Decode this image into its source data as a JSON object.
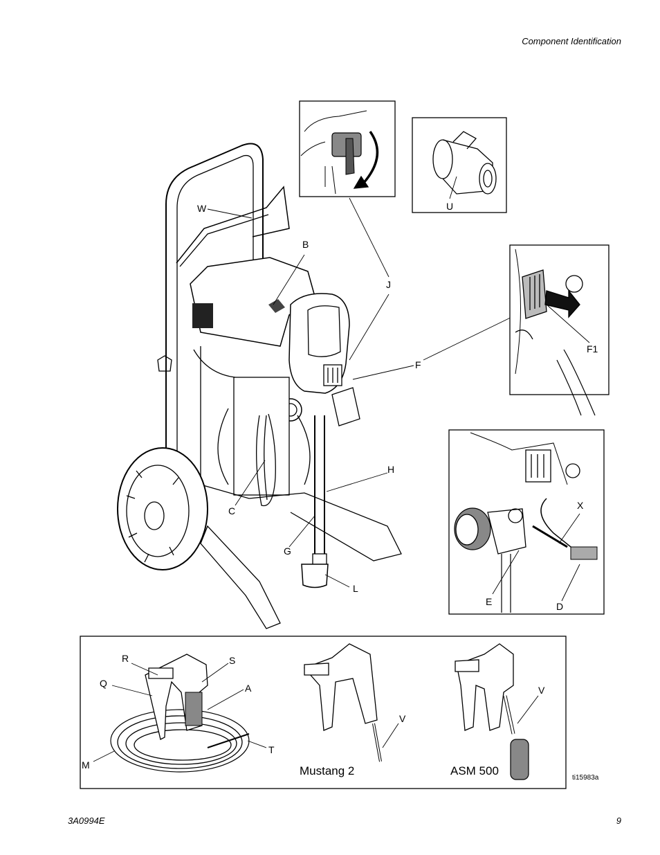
{
  "header": {
    "section_title": "Component Identification"
  },
  "footer": {
    "doc_number": "3A0994E",
    "page_number": "9"
  },
  "callouts": {
    "W": "W",
    "B": "B",
    "J": "J",
    "U": "U",
    "F": "F",
    "F1": "F1",
    "H": "H",
    "C": "C",
    "G": "G",
    "L": "L",
    "X": "X",
    "E": "E",
    "D": "D",
    "R": "R",
    "S": "S",
    "Q": "Q",
    "A": "A",
    "T": "T",
    "M": "M",
    "V1": "V",
    "V2": "V"
  },
  "gun_labels": {
    "mustang": "Mustang 2",
    "asm": "ASM 500"
  },
  "figure_id": "ti15983a"
}
